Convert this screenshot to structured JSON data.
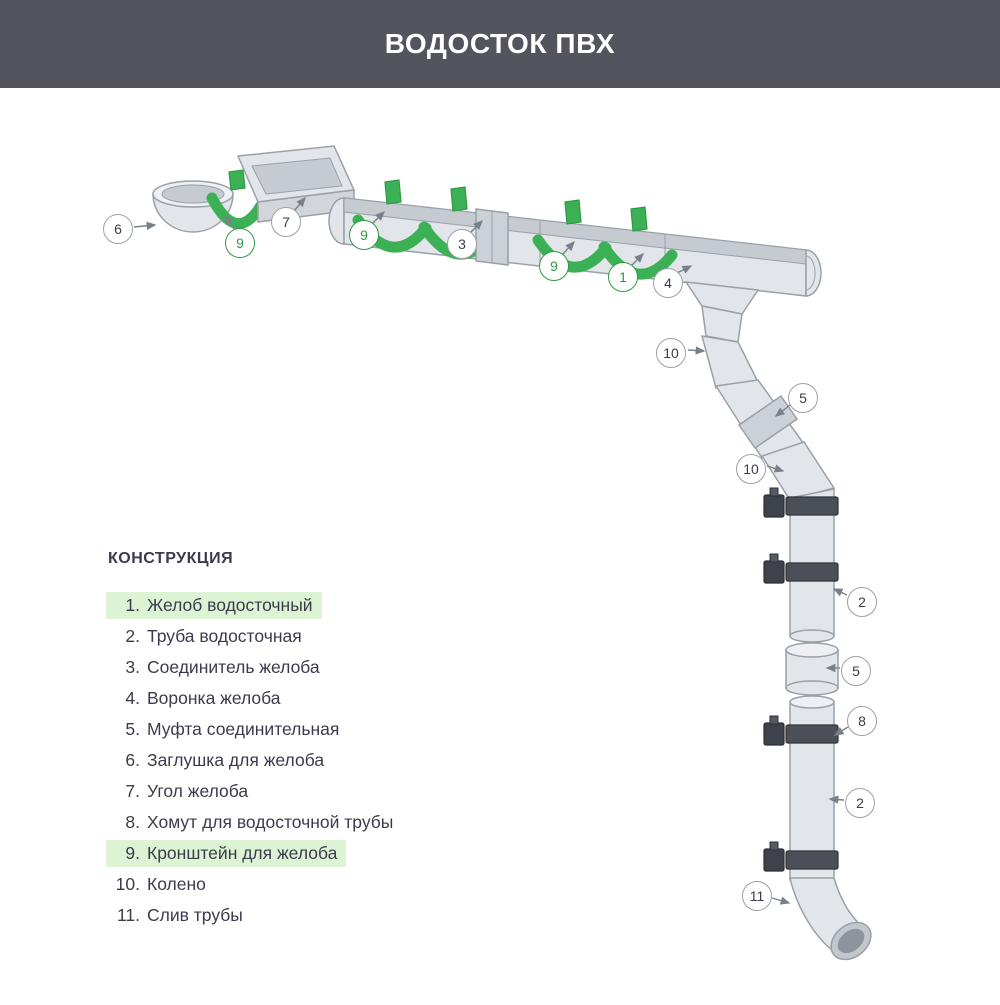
{
  "header": {
    "title": "ВОДОСТОК ПВХ"
  },
  "legend": {
    "heading": "КОНСТРУКЦИЯ",
    "items": [
      {
        "num": "1.",
        "label": "Желоб водосточный",
        "highlighted": true
      },
      {
        "num": "2.",
        "label": "Труба водосточная",
        "highlighted": false
      },
      {
        "num": "3.",
        "label": "Соединитель желоба",
        "highlighted": false
      },
      {
        "num": "4.",
        "label": "Воронка желоба",
        "highlighted": false
      },
      {
        "num": "5.",
        "label": "Муфта соединительная",
        "highlighted": false
      },
      {
        "num": "6.",
        "label": "Заглушка для желоба",
        "highlighted": false
      },
      {
        "num": "7.",
        "label": "Угол желоба",
        "highlighted": false
      },
      {
        "num": "8.",
        "label": "Хомут для водосточной трубы",
        "highlighted": false
      },
      {
        "num": "9.",
        "label": "Кронштейн для желоба",
        "highlighted": true
      },
      {
        "num": "10.",
        "label": "Колено",
        "highlighted": false
      },
      {
        "num": "11.",
        "label": "Слив трубы",
        "highlighted": false
      }
    ]
  },
  "callouts": [
    {
      "label": "6",
      "green": false
    },
    {
      "label": "9",
      "green": true
    },
    {
      "label": "7",
      "green": false
    },
    {
      "label": "9",
      "green": true
    },
    {
      "label": "3",
      "green": false
    },
    {
      "label": "9",
      "green": true
    },
    {
      "label": "1",
      "green": true
    },
    {
      "label": "4",
      "green": false
    },
    {
      "label": "10",
      "green": false
    },
    {
      "label": "5",
      "green": false
    },
    {
      "label": "10",
      "green": false
    },
    {
      "label": "2",
      "green": false
    },
    {
      "label": "5",
      "green": false
    },
    {
      "label": "8",
      "green": false
    },
    {
      "label": "2",
      "green": false
    },
    {
      "label": "11",
      "green": false
    }
  ],
  "colors": {
    "header_bg": "#54545E",
    "header_fg": "#FFFFFF",
    "text": "#3B3B4D",
    "part_fill": "#E2E5E9",
    "part_stroke": "#9AA0A8",
    "accent_green": "#3CB054",
    "accent_green_dark": "#2E9A45",
    "highlight_bg": "#DCF4D3"
  }
}
